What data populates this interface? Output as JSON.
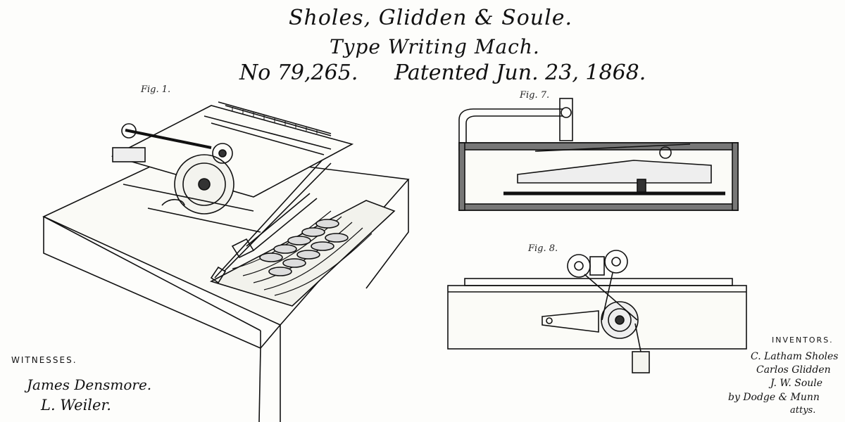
{
  "header": {
    "title": "Sholes, Glidden & Soule.",
    "subtitle": "Type Writing Mach.",
    "number": "No 79,265.",
    "patented": "Patented Jun. 23, 1868."
  },
  "figures": {
    "fig1": "Fig. 1.",
    "fig7": "Fig. 7.",
    "fig8": "Fig. 8."
  },
  "witnesses": {
    "heading": "WITNESSES.",
    "names": [
      "James Densmore.",
      "L. Weiler."
    ]
  },
  "inventors": {
    "heading": "INVENTORS.",
    "names": [
      "C. Latham Sholes",
      "Carlos Glidden",
      "J. W. Soule"
    ],
    "attorney": "by Dodge & Munn",
    "attorney_suffix": "attys."
  },
  "colors": {
    "paper": "#fdfdfb",
    "ink": "#111111"
  }
}
